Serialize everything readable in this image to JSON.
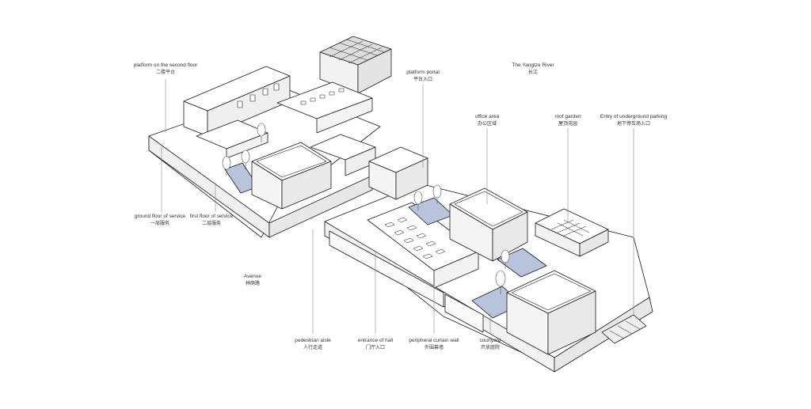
{
  "labels": {
    "platform_second_floor": {
      "en": "platform on the second floor",
      "cn": "二楼平台"
    },
    "platform_portal": {
      "en": "platform portal",
      "cn": "平台入口"
    },
    "yangtze_river": {
      "en": "The Yangtze River",
      "cn": "长江"
    },
    "office_area": {
      "en": "office area",
      "cn": "办公区域"
    },
    "roof_garden": {
      "en": "roof garden",
      "cn": "屋顶花园"
    },
    "underground_parking": {
      "en": "Entry of underground parking",
      "cn": "地下停车场入口"
    },
    "ground_floor_service": {
      "en": "ground floor of service",
      "cn": "一层服务"
    },
    "first_floor_service": {
      "en": "first floor of service",
      "cn": "二层服务"
    },
    "avenue": {
      "en": "Avenue",
      "cn": "林荫路"
    },
    "pedestrian_aisle": {
      "en": "pedestrian aisle",
      "cn": "人行走道"
    },
    "entrance_hall": {
      "en": "entrance of hall",
      "cn": "门厅入口"
    },
    "curtain_wall": {
      "en": "peripheral curtain wall",
      "cn": "外围幕墙"
    },
    "courtyard": {
      "en": "courtyard",
      "cn": "开放庭院"
    }
  },
  "colors": {
    "line": "#1a1a1a",
    "leader": "#888888",
    "courtyard_fill": "#b8c4dc",
    "wall_fill": "#ffffff",
    "shade_fill": "#e6e6e6"
  }
}
